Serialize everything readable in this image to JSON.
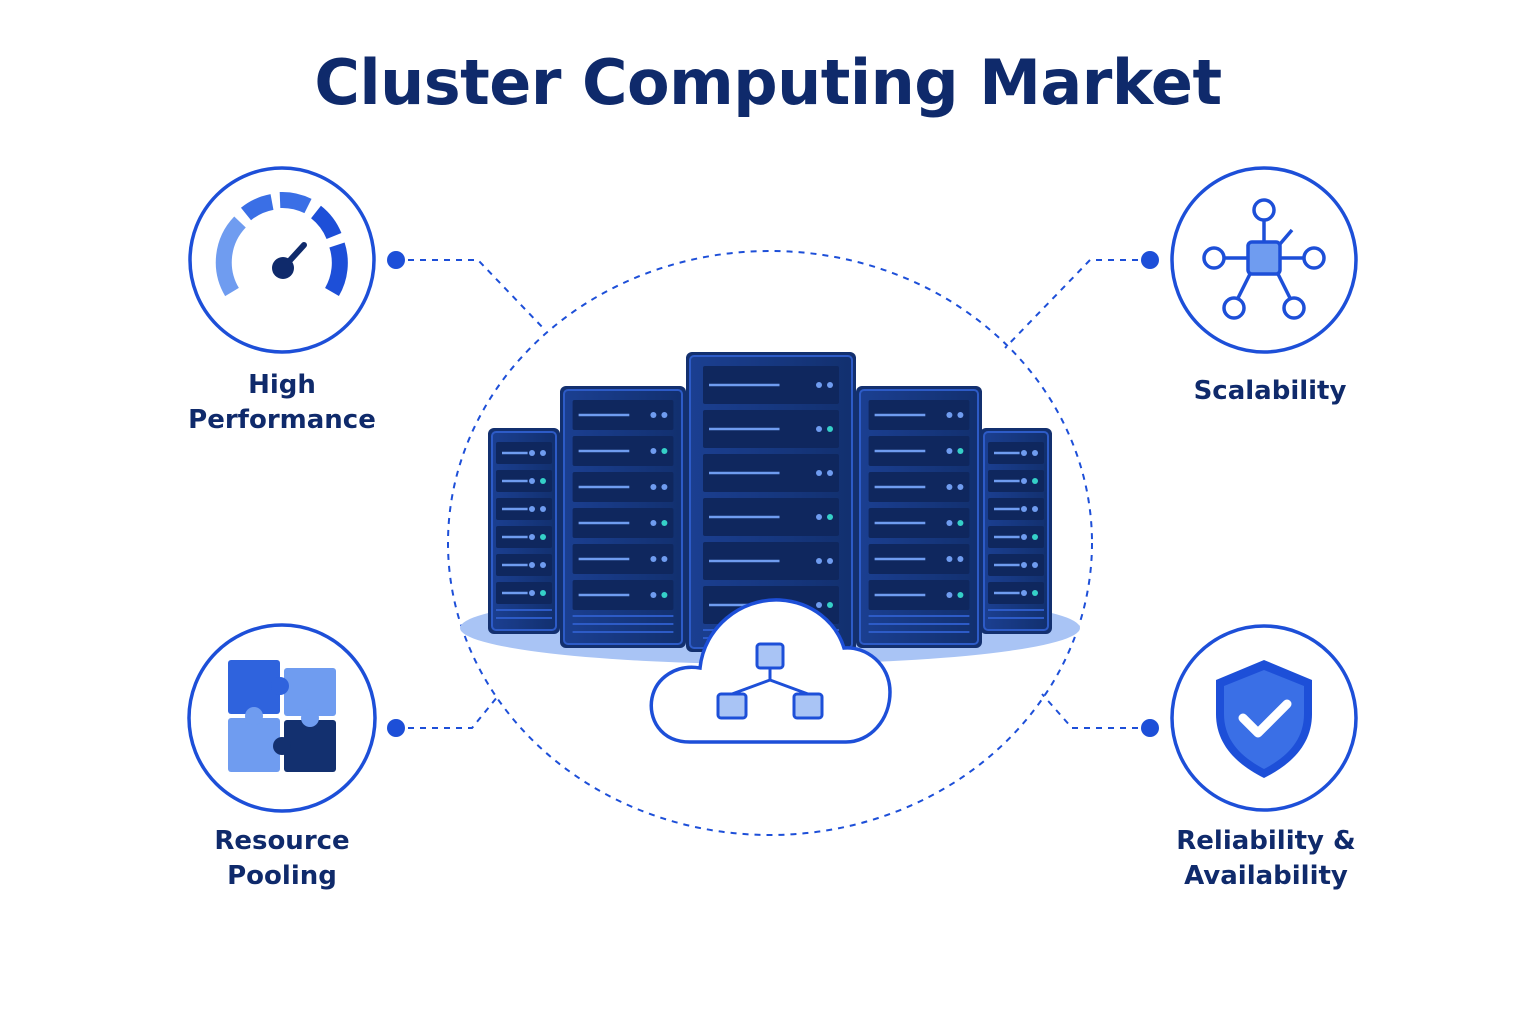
{
  "title": "Cluster Computing Market",
  "colors": {
    "navy": "#0f2a6b",
    "primary": "#1d4fd8",
    "mid": "#3a6fe6",
    "light": "#6f9cf0",
    "pale": "#a9c4f5",
    "server_dark": "#13306f",
    "server_face": "#1a3f8f",
    "led_teal": "#35d0c8"
  },
  "features": [
    {
      "id": "high-performance",
      "icon": "speedometer-icon",
      "label_lines": [
        "High",
        "Performance"
      ]
    },
    {
      "id": "scalability",
      "icon": "network-nodes-icon",
      "label_lines": [
        "Scalability"
      ]
    },
    {
      "id": "resource-pooling",
      "icon": "puzzle-icon",
      "label_lines": [
        "Resource",
        "Pooling"
      ]
    },
    {
      "id": "reliability-availability",
      "icon": "shield-check-icon",
      "label_lines": [
        "Reliability &",
        "Availability"
      ]
    }
  ],
  "center": {
    "illustration": "server-cluster",
    "overlay_icon": "cloud-network-icon"
  }
}
